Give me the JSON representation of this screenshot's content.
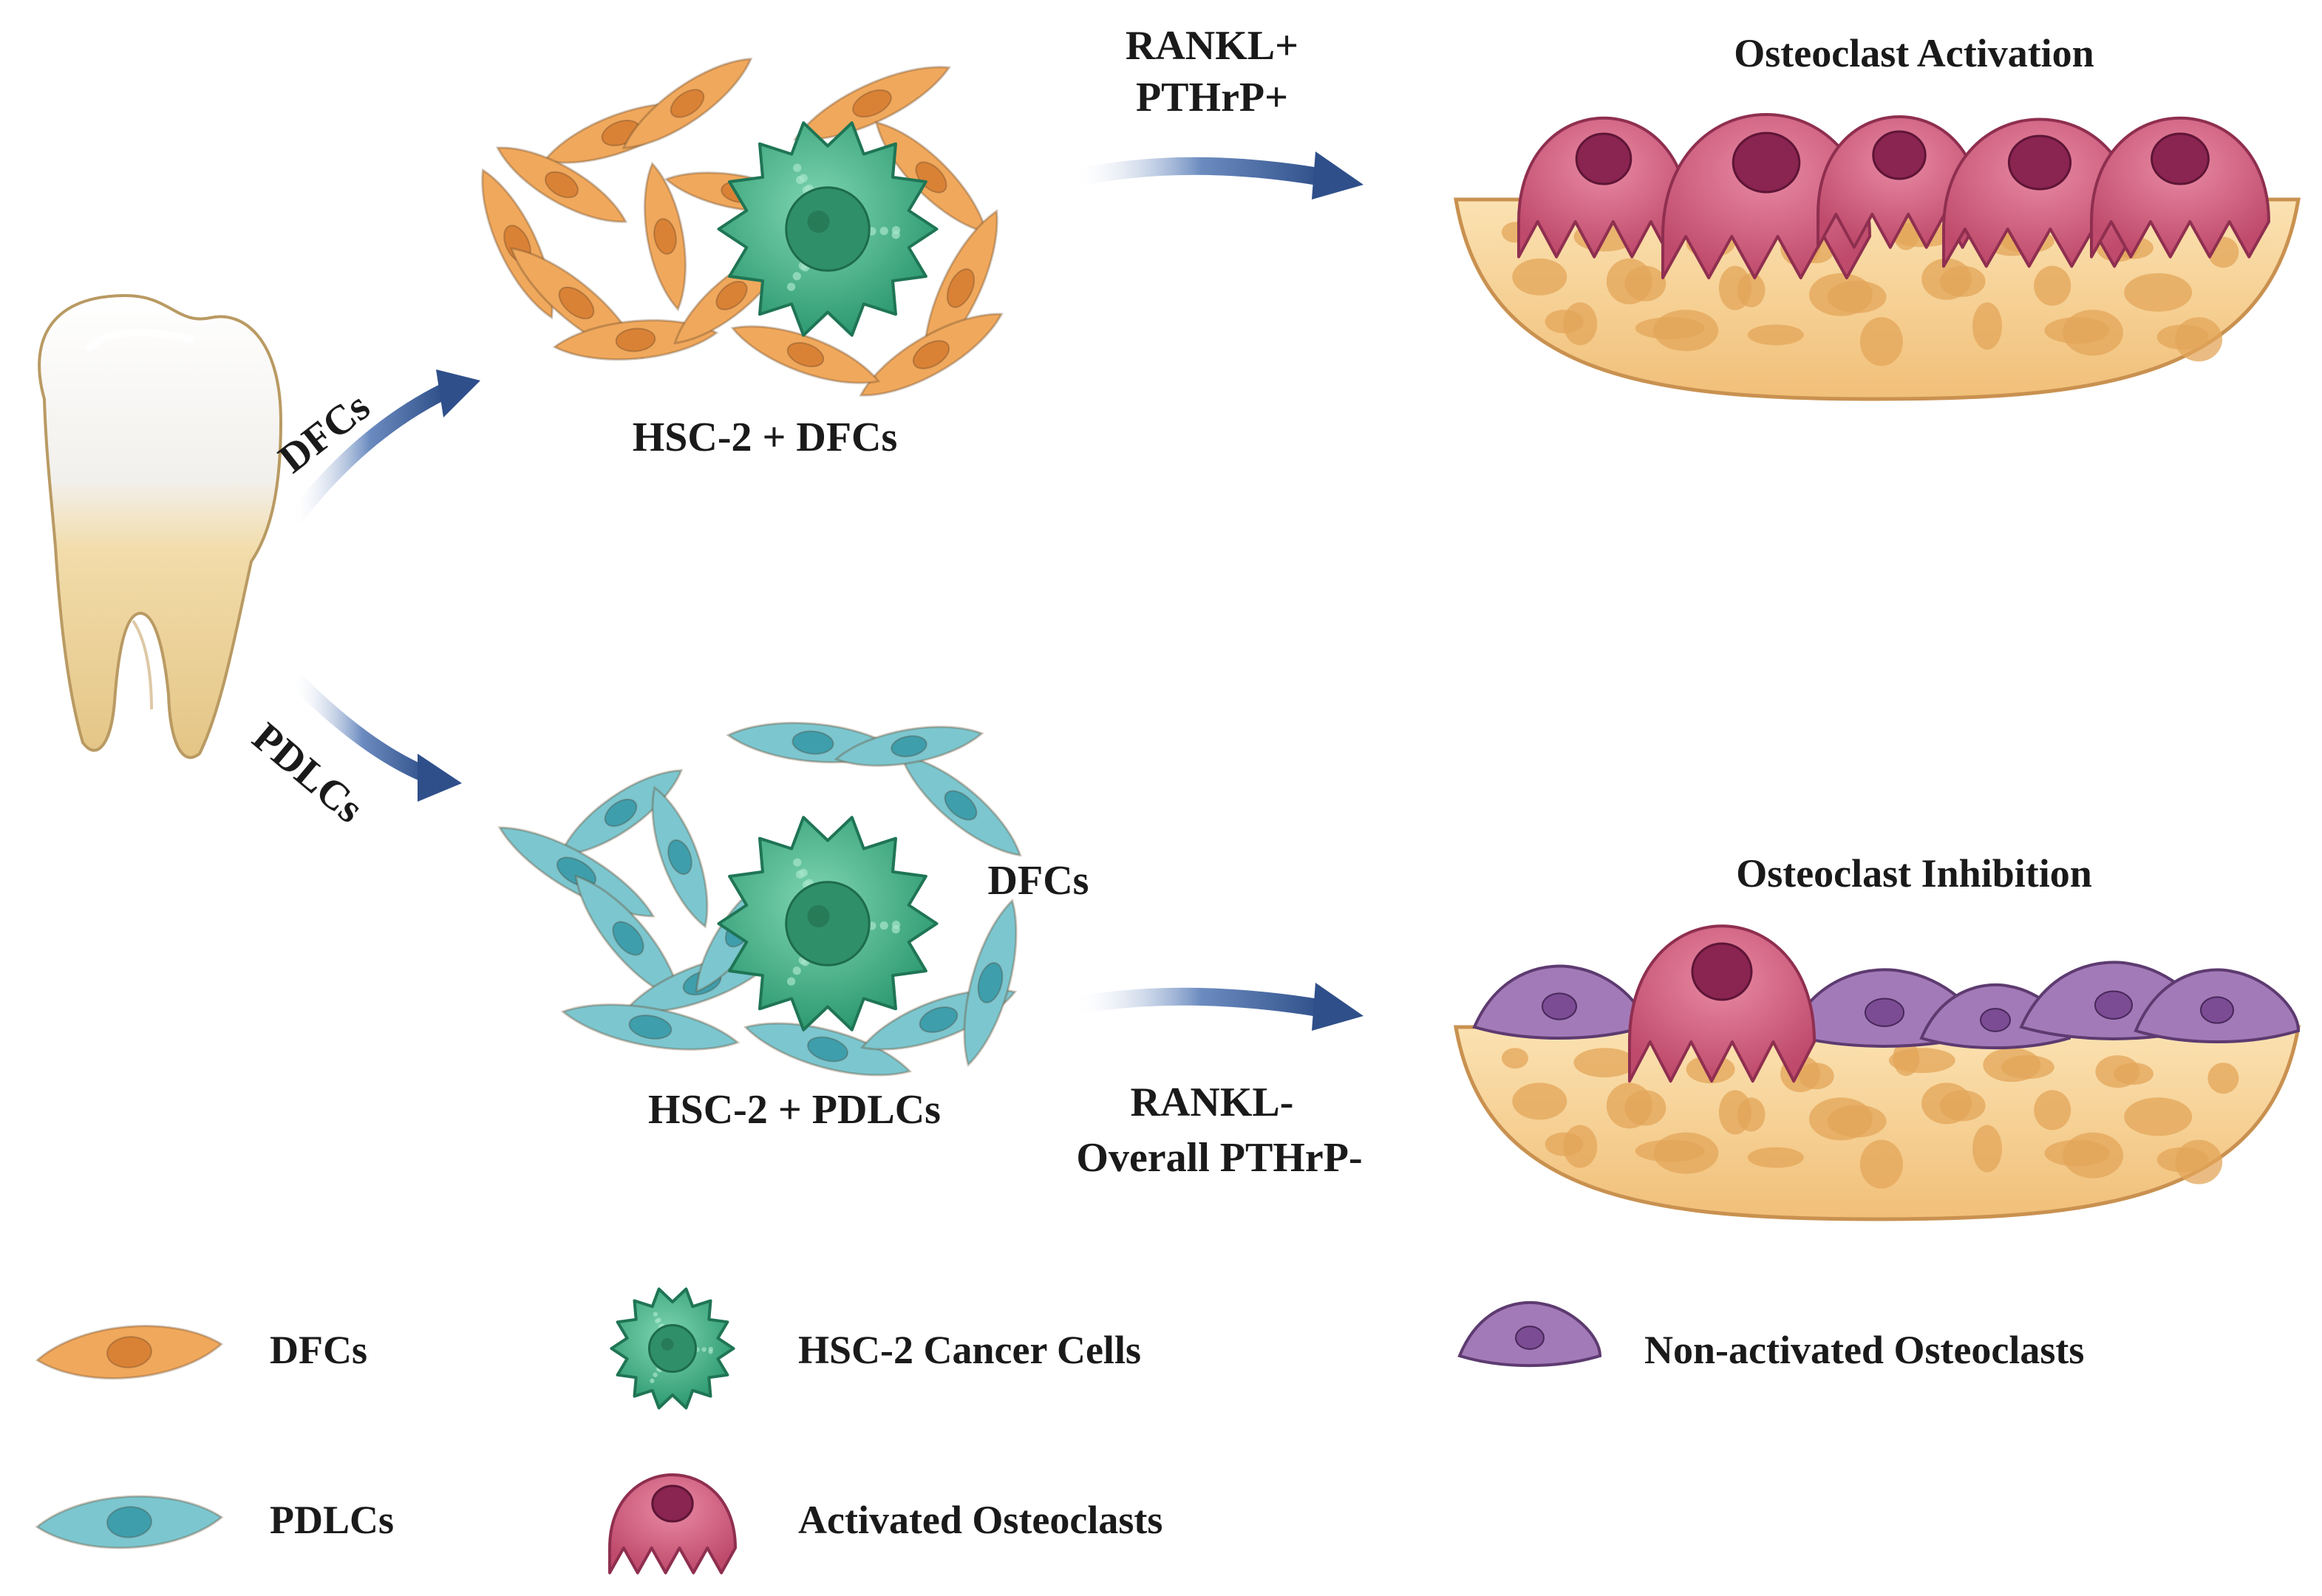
{
  "tooth": {
    "branch_top_label": "DFCs",
    "branch_bottom_label": "PDLCs"
  },
  "top": {
    "cluster_label": "HSC-2 + DFCs",
    "signal_line1": "RANKL+",
    "signal_line2": "PTHrP+",
    "outcome_title": "Osteoclast Activation"
  },
  "bottom": {
    "cluster_label": "HSC-2 + PDLCs",
    "side_label": "DFCs",
    "signal_line1": "RANKL-",
    "signal_line2": "Overall PTHrP-",
    "outcome_title": "Osteoclast Inhibition"
  },
  "legend": {
    "dfcs": "DFCs",
    "pdlcs": "PDLCs",
    "hsc2": "HSC-2 Cancer Cells",
    "activated": "Activated Osteoclasts",
    "nonactivated": "Non-activated Osteoclasts"
  },
  "colors": {
    "dfc_fill": "#f0a85c",
    "dfc_nucleus": "#d98236",
    "pdlc_fill": "#7cc6cf",
    "pdlc_nucleus": "#3f9eab",
    "cancer_fill": "#46b58c",
    "cancer_nucleus": "#2f8f69",
    "activated_fill": "#d4607f",
    "activated_nucleus": "#8a2450",
    "nonactivated_fill": "#a37ab8",
    "nonactivated_nucleus": "#7b4c93",
    "bone_fill": "#f6cf8e",
    "bone_pore": "#e3a659",
    "arrow": "#3a5f9a"
  }
}
